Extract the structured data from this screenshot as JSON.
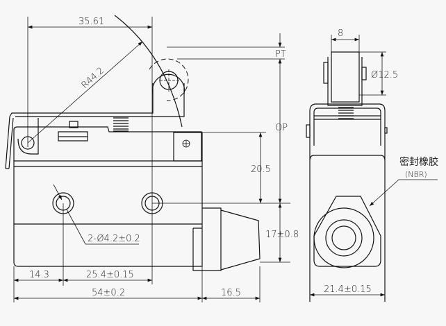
{
  "drawing": {
    "front_view": {
      "dim_lever_offset": "35.61",
      "dim_radius": "R44.2",
      "dim_pretravel": "PT",
      "dim_operating_position": "OP",
      "dim_hole_height": "20.5",
      "dim_plunger_height": "17±0.8",
      "dim_hole_callout": "2-Ø4.2±0.2",
      "dim_edge_to_hole": "14.3",
      "dim_hole_spacing": "25.4±0.15",
      "dim_body_length": "54±0.2",
      "dim_boot_length": "16.5"
    },
    "side_view": {
      "dim_roller_width": "8",
      "dim_roller_diameter": "Ø12.5",
      "dim_body_width": "21.4±0.15",
      "seal_label": "密封橡胶",
      "seal_material": "(NBR)"
    }
  }
}
